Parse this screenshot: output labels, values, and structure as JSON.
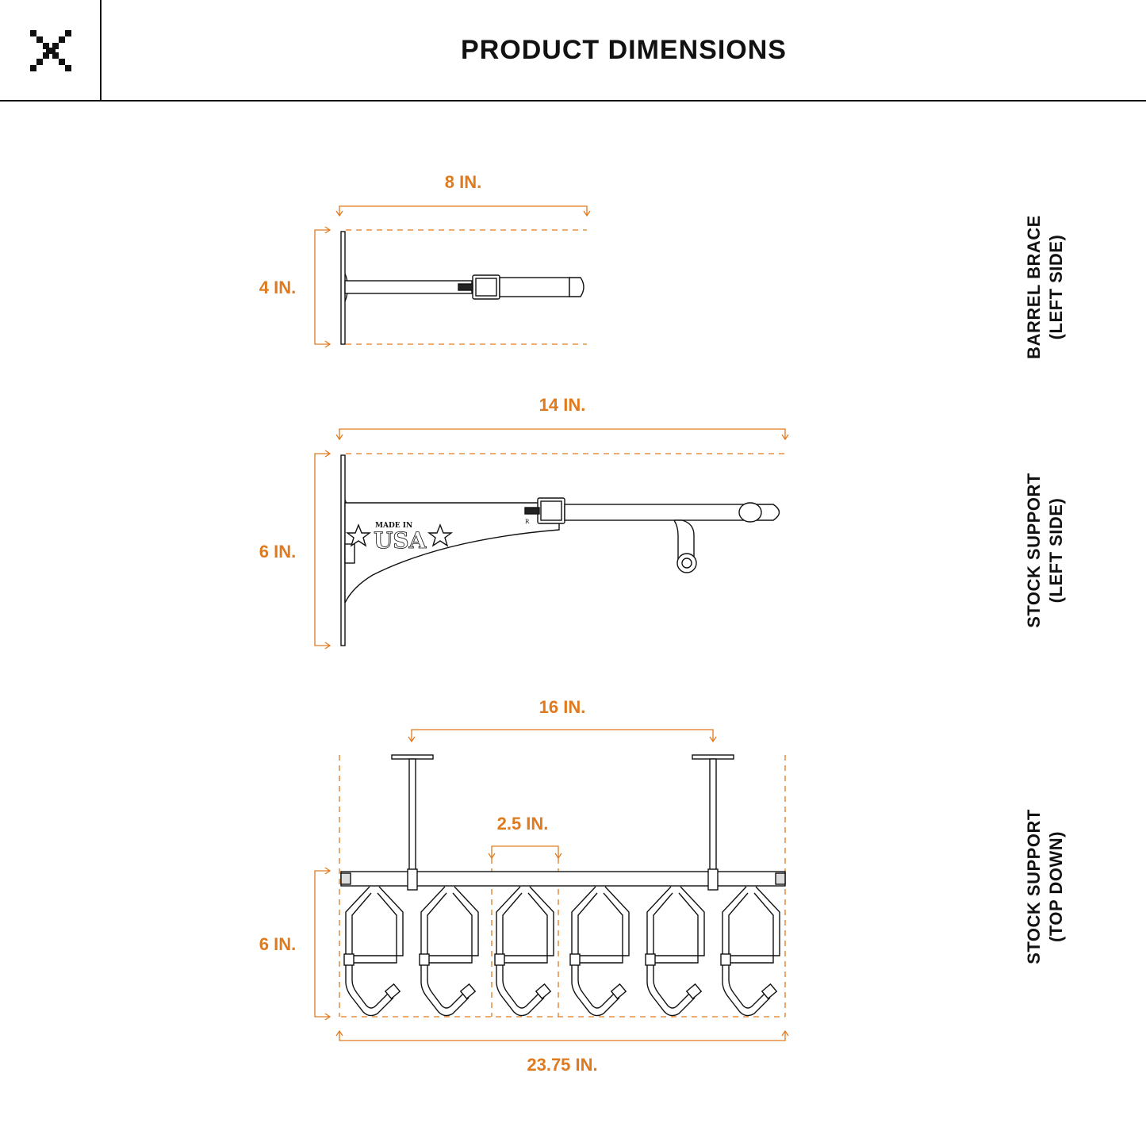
{
  "header": {
    "title": "PRODUCT DIMENSIONS",
    "logo_icon": "pixel-x-logo-icon"
  },
  "colors": {
    "dimension": "#e07a1f",
    "line": "#111111"
  },
  "dimensions": {
    "barrel_width": "8 IN.",
    "barrel_height": "4 IN.",
    "stock_side_width": "14 IN.",
    "stock_side_height": "6 IN.",
    "stock_top_mount_span": "16 IN.",
    "stock_top_slot": "2.5 IN.",
    "stock_top_height": "6 IN.",
    "stock_top_width": "23.75 IN."
  },
  "views": {
    "barrel_brace_line1": "BARREL BRACE",
    "barrel_brace_line2": "(LEFT SIDE)",
    "stock_side_line1": "STOCK SUPPORT",
    "stock_side_line2": "(LEFT SIDE)",
    "stock_top_line1": "STOCK SUPPORT",
    "stock_top_line2": "(TOP DOWN)"
  },
  "emblem": {
    "line1": "MADE IN",
    "line2": "USA",
    "stamp": "R"
  }
}
